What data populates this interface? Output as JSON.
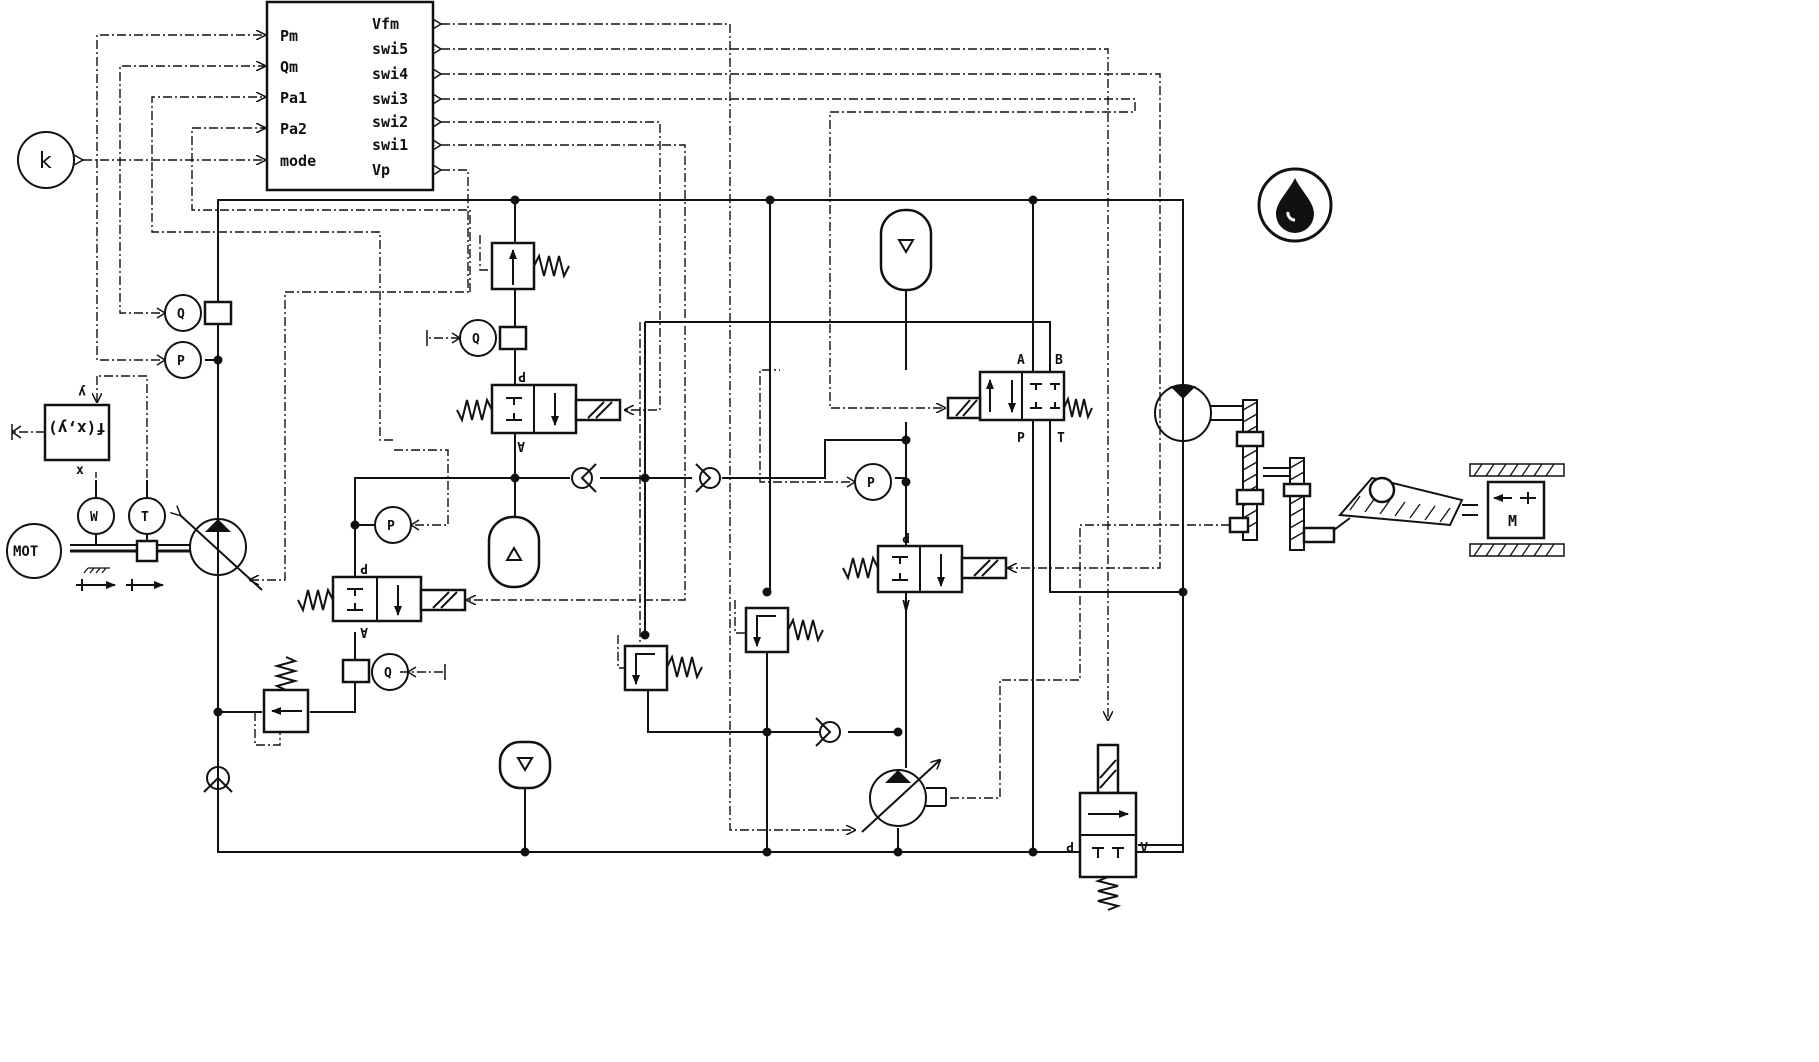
{
  "controller": {
    "inputs": [
      "Pm",
      "Qm",
      "Pa1",
      "Pa2",
      "mode"
    ],
    "outputs": [
      "Vfm",
      "swi5",
      "swi4",
      "swi3",
      "swi2",
      "swi1",
      "Vp"
    ]
  },
  "constant_source": "k",
  "motor_label": "MOT",
  "function_block": "f(x,y)",
  "function_ports": {
    "x": "x",
    "y": "y"
  },
  "sensors": {
    "flow": "Q",
    "pressure": "P",
    "speed": "W",
    "torque": "T"
  },
  "spool_labels": {
    "pressure": "P",
    "tank": "T",
    "a": "A",
    "b": "B"
  },
  "machine_label": "M",
  "fluid_icon": "oil-drop-icon"
}
